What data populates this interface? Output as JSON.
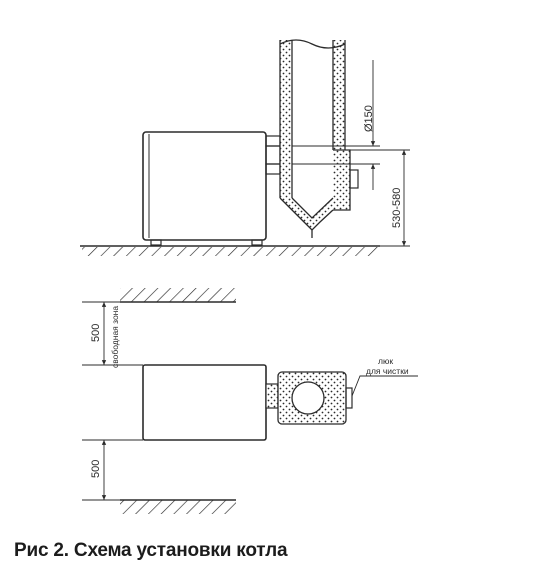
{
  "caption": "Рис 2. Схема установки котла",
  "labels": {
    "diameter": "Ø150",
    "height_range": "530-580",
    "clearance_top": "500",
    "clearance_bottom": "500",
    "free_zone": "свободная зона",
    "cleaning_hatch_line1": "люк",
    "cleaning_hatch_line2": "для чистки"
  },
  "colors": {
    "ink": "#2b2b2b",
    "background": "#ffffff"
  }
}
